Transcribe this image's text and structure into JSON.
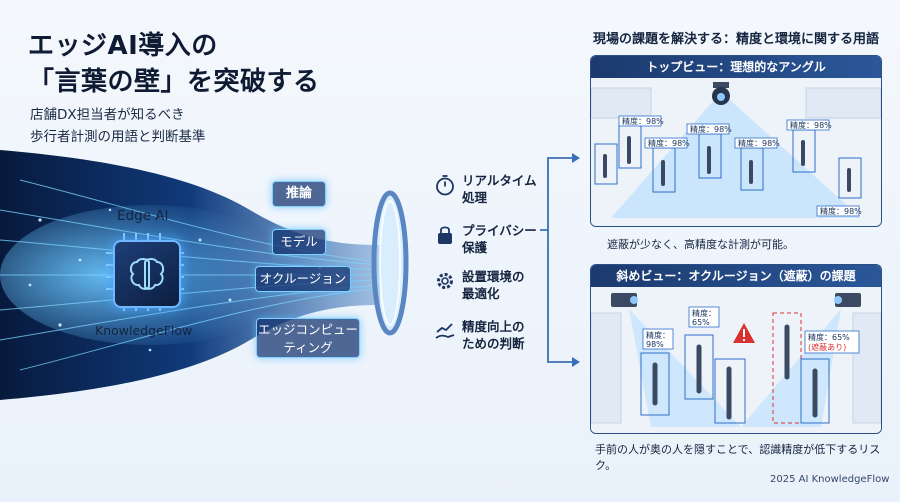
{
  "title": {
    "line1": "エッジAI導入の",
    "line2": "「言葉の壁」を突破する"
  },
  "subtitle": {
    "line1": "店舗DX担当者が知るべき",
    "line2": "歩行者計測の用語と判断基準"
  },
  "left": {
    "edge_ai": "Edge AI",
    "brand": "KnowledgeFlow",
    "terms": [
      "推論",
      "モデル",
      "オクルージョン",
      "エッジコンピュー",
      "ティング"
    ]
  },
  "features": [
    {
      "icon": "stopwatch-icon",
      "line1": "リアルタイム",
      "line2": "処理"
    },
    {
      "icon": "lock-icon",
      "line1": "プライバシー",
      "line2": "保護"
    },
    {
      "icon": "gear-icon",
      "line1": "設置環境の",
      "line2": "最適化"
    },
    {
      "icon": "hand-chart-icon",
      "line1": "精度向上の",
      "line2": "ための判断"
    }
  ],
  "right": {
    "heading": "現場の課題を解決する：精度と環境に関する用語",
    "top_panel": {
      "title": "トップビュー：理想的なアングル",
      "tag": "精度：98%",
      "caption": "遮蔽が少なく、高精度な計測が可能。"
    },
    "bottom_panel": {
      "title": "斜めビュー：オクルージョン（遮蔽）の課題",
      "tag_98_line1": "精度：",
      "tag_98_line2": "98%",
      "tag_65_line1": "精度：",
      "tag_65_line2": "65%",
      "tag_65b_line1": "精度：65%",
      "tag_65b_line2": "(遮蔽あり)",
      "caption": "手前の人が奥の人を隠すことで、認識精度が低下するリスク。"
    }
  },
  "footer": "2025 AI KnowledgeFlow",
  "colors": {
    "navy": "#1b3a6e",
    "glow": "#48a4ff",
    "alert": "#d93030",
    "cone": "#9fd4ff"
  }
}
